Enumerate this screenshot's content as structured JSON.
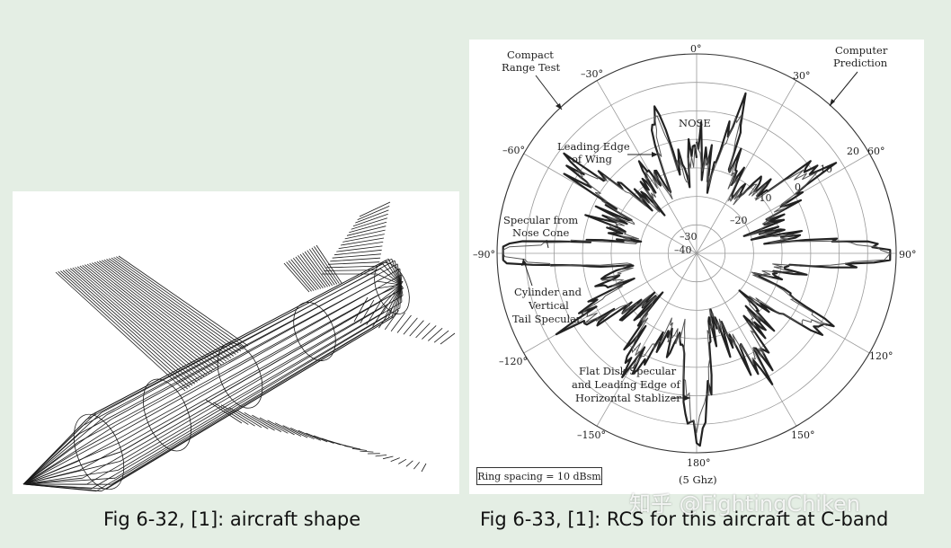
{
  "captions": {
    "left": "Fig 6-32, [1]: aircraft shape",
    "right": "Fig 6-33, [1]: RCS for this aircraft at C-band"
  },
  "polar": {
    "angle_labels": [
      "0°",
      "30°",
      "60°",
      "90°",
      "120°",
      "150°",
      "180°",
      "–150°",
      "–120°",
      "–90°",
      "–60°",
      "–30°"
    ],
    "ring_labels": [
      "–40",
      "–30",
      "–20",
      "–10",
      "0",
      "10",
      "20"
    ],
    "frequency": "(5 Ghz)",
    "ring_spacing": "Ring spacing = 10 dBsm",
    "annotations": {
      "compact_range": [
        "Compact",
        "Range Test"
      ],
      "computer_prediction": [
        "Computer",
        "Prediction"
      ],
      "nose": "NOSE",
      "leading_edge": [
        "Leading Edge",
        "of Wing"
      ],
      "specular_nose": [
        "Specular from",
        "Nose Cone"
      ],
      "cylinder": [
        "Cylinder and",
        "Vertical",
        "Tail Specular"
      ],
      "flat_disk": [
        "Flat Disk Specular",
        "and Leading Edge of",
        "Horizontal Stablizer"
      ]
    }
  },
  "watermark": "知乎 @FightingChiken"
}
